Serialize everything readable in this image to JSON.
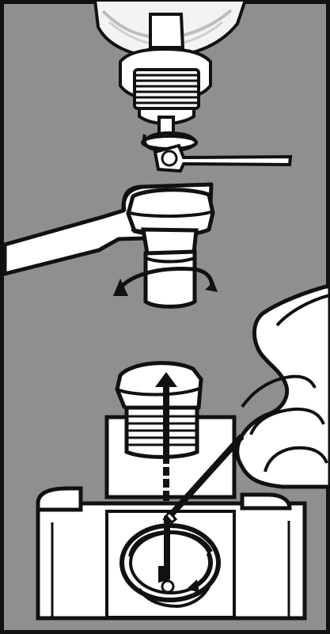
{
  "figure": {
    "kind": "line illustration",
    "steps": [
      {
        "icon": "loosen-nut-with-small-wrench",
        "rotation": "counter-clockwise"
      },
      {
        "icon": "unscrew-adapter-with-wrench",
        "rotation": "counter-clockwise"
      },
      {
        "icon": "remove-cap-and-turn-hex-key",
        "rotation": "counter-clockwise"
      }
    ]
  },
  "colors": {
    "background": "#8f8f8f",
    "frame": "#111111",
    "outline": "#111111",
    "part_fill": "#ffffff",
    "shadow": "#d8d8d8"
  }
}
